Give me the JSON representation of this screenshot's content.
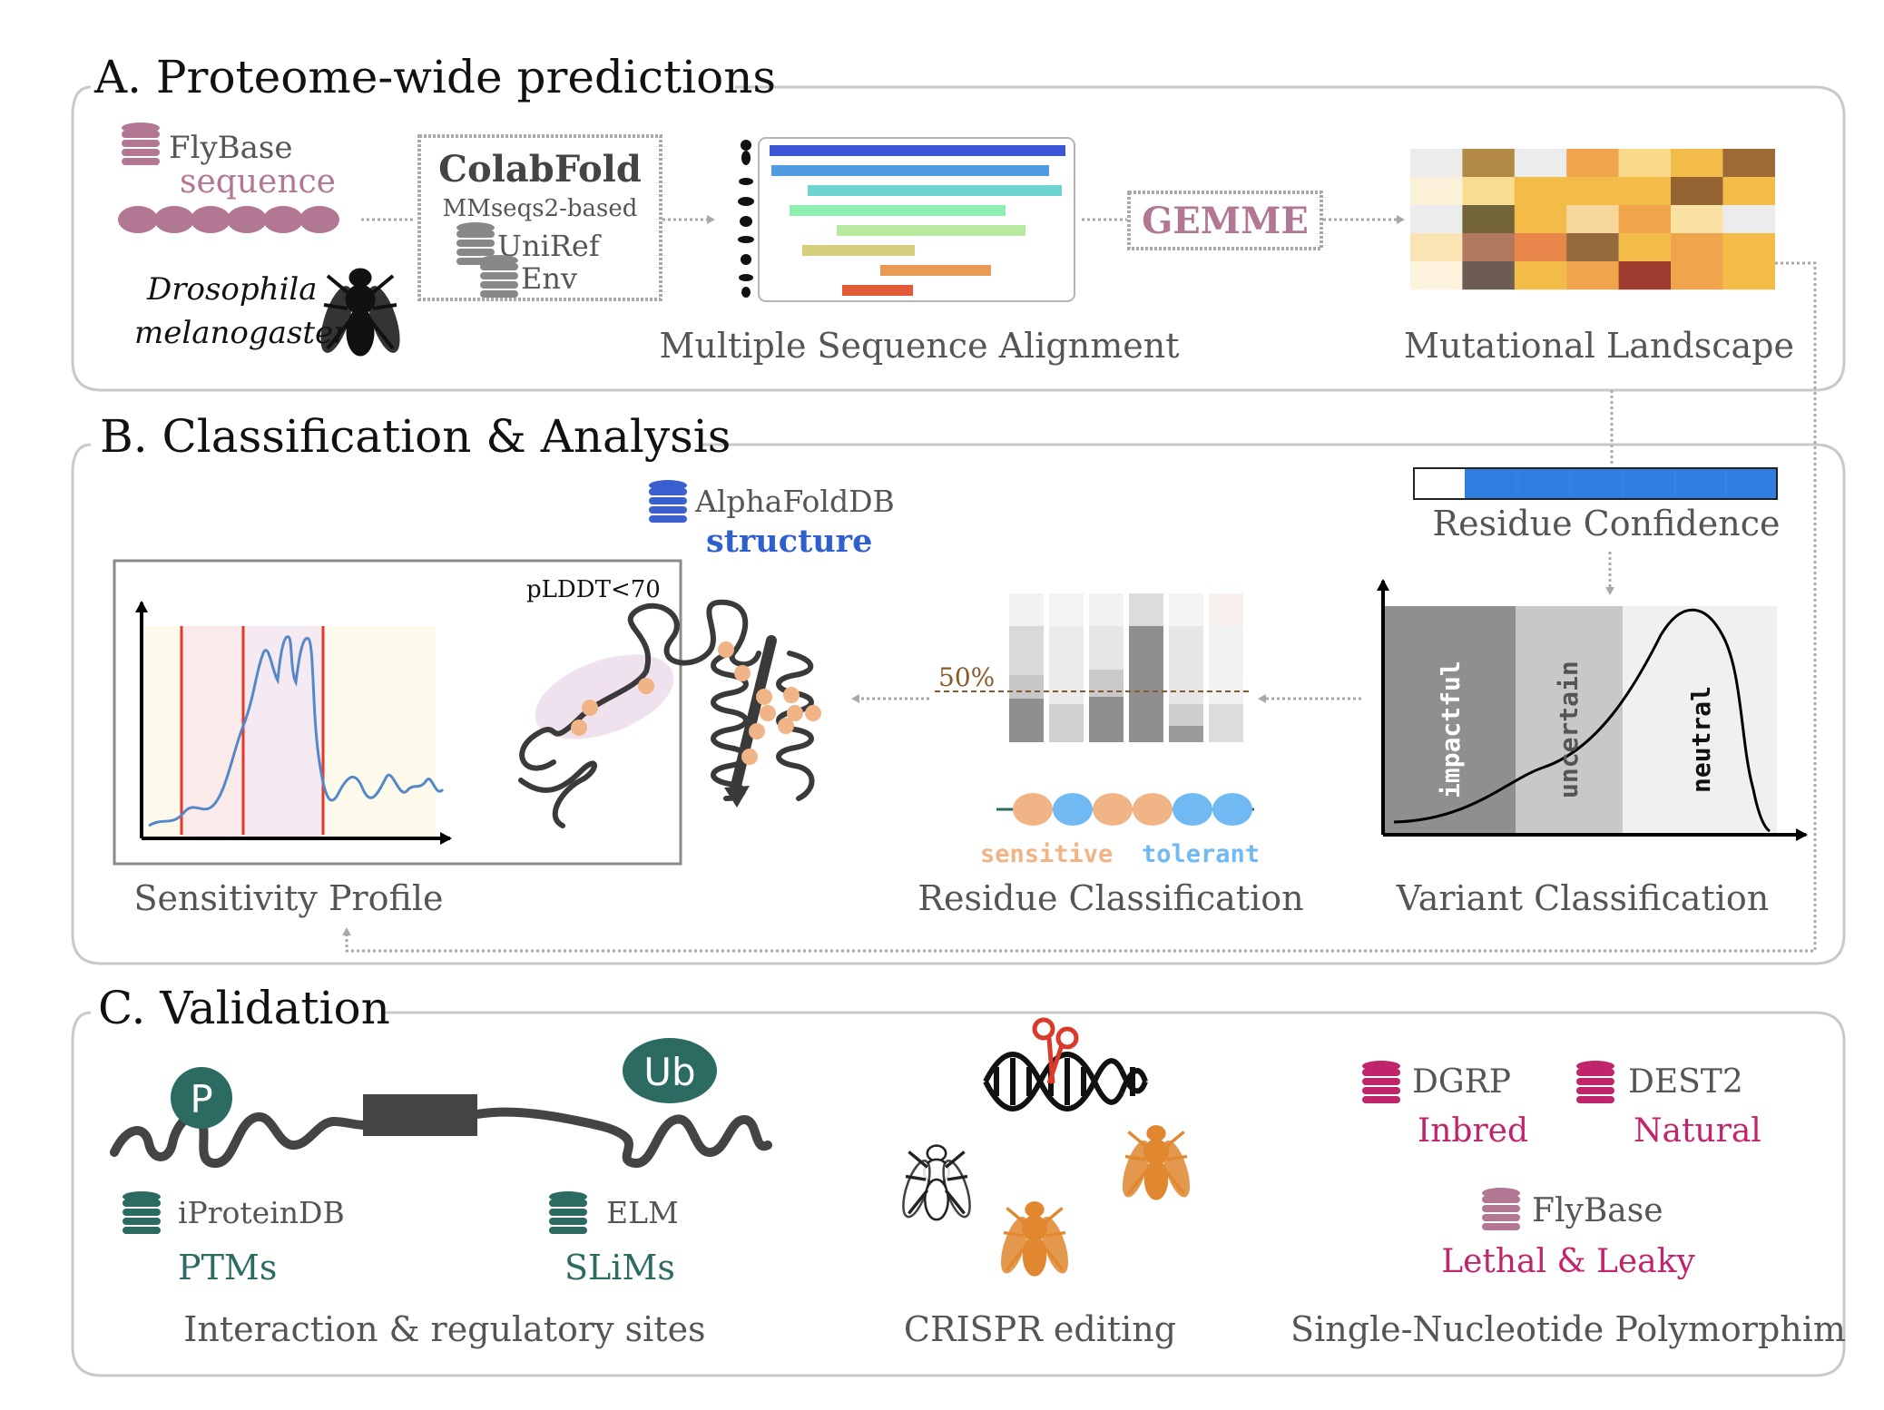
{
  "panel_a": {
    "title": "A. Proteome-wide predictions",
    "flybase": {
      "db": "FlyBase",
      "label": "sequence"
    },
    "organism": {
      "line1": "Drosophila",
      "line2": "melanogaster"
    },
    "colabfold": {
      "title": "ColabFold",
      "subtitle": "MMseqs2-based",
      "db1": "UniRef",
      "db2": "Env"
    },
    "msa_caption": "Multiple Sequence Alignment",
    "gemme": "GEMME",
    "landscape_caption": "Mutational Landscape"
  },
  "panel_b": {
    "title": "B. Classification & Analysis",
    "alphafold": {
      "db": "AlphaFoldDB",
      "label": "structure"
    },
    "plddt": "pLDDT<70",
    "sensitivity_caption": "Sensitivity Profile",
    "residue_confidence": "Residue Confidence",
    "threshold": "50%",
    "sensitive": "sensitive",
    "tolerant": "tolerant",
    "residue_caption": "Residue Classification",
    "classes": [
      "impactful",
      "uncertain",
      "neutral"
    ],
    "variant_caption": "Variant Classification"
  },
  "panel_c": {
    "title": "C. Validation",
    "ptm_badge": "P",
    "ub_badge": "Ub",
    "iprotein": {
      "db": "iProteinDB",
      "label": "PTMs"
    },
    "elm": {
      "db": "ELM",
      "label": "SLiMs"
    },
    "interaction_caption": "Interaction & regulatory sites",
    "crispr_caption": "CRISPR editing",
    "dgrp": {
      "db": "DGRP",
      "label": "Inbred"
    },
    "dest2": {
      "db": "DEST2",
      "label": "Natural"
    },
    "flybase": {
      "db": "FlyBase",
      "label": "Lethal & Leaky"
    },
    "snp_caption": "Single-Nucleotide Polymorphim"
  },
  "colors": {
    "mauve": "#b27792",
    "blue": "#2f5fcf",
    "teal": "#2b6b62",
    "magenta": "#c0246b",
    "orange_bead": "#f0b487",
    "blue_bead": "#70b9f2",
    "arrow_gray": "#a9a9a9"
  }
}
